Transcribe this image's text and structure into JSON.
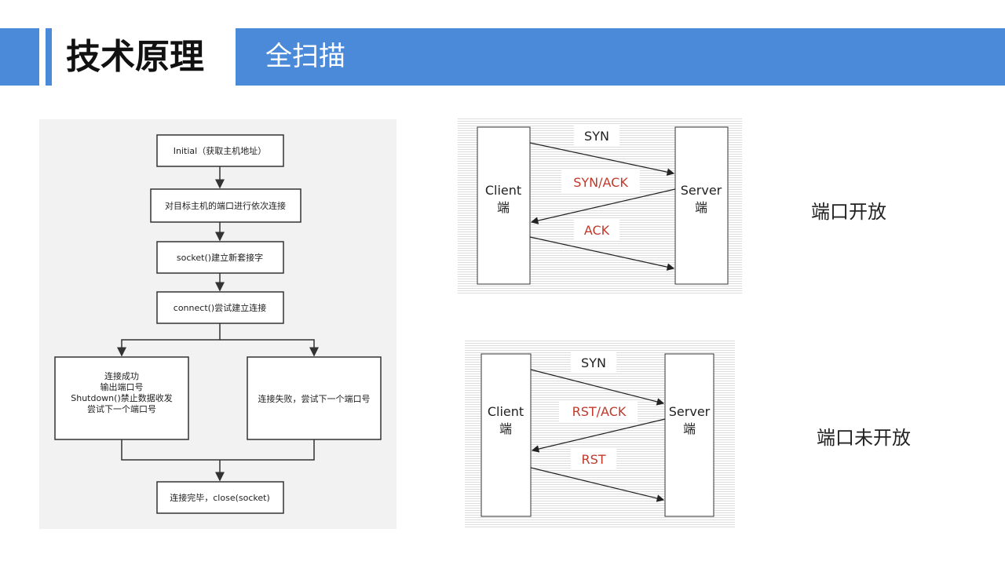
{
  "header": {
    "title": "技术原理",
    "subtitle": "全扫描"
  },
  "flowchart": {
    "step1": "Initial（获取主机地址）",
    "step2": "对目标主机的端口进行依次连接",
    "step3": "socket()建立新套接字",
    "step4": "connect()尝试建立连接",
    "success_lines": [
      "连接成功",
      "输出端口号",
      "Shutdown()禁止数据收发",
      "尝试下一个端口号"
    ],
    "failure": "连接失败，尝试下一个端口号",
    "final": "连接完毕，close(socket)"
  },
  "open_handshake": {
    "client_line1": "Client",
    "client_line2": "端",
    "server_line1": "Server",
    "server_line2": "端",
    "msg1": "SYN",
    "msg2": "SYN/ACK",
    "msg3": "ACK",
    "caption": "端口开放"
  },
  "closed_handshake": {
    "client_line1": "Client",
    "client_line2": "端",
    "server_line1": "Server",
    "server_line2": "端",
    "msg1": "SYN",
    "msg2": "RST/ACK",
    "msg3": "RST",
    "caption": "端口未开放"
  },
  "colors": {
    "accent": "#4a8ad8",
    "red_label": "#c0392b"
  }
}
